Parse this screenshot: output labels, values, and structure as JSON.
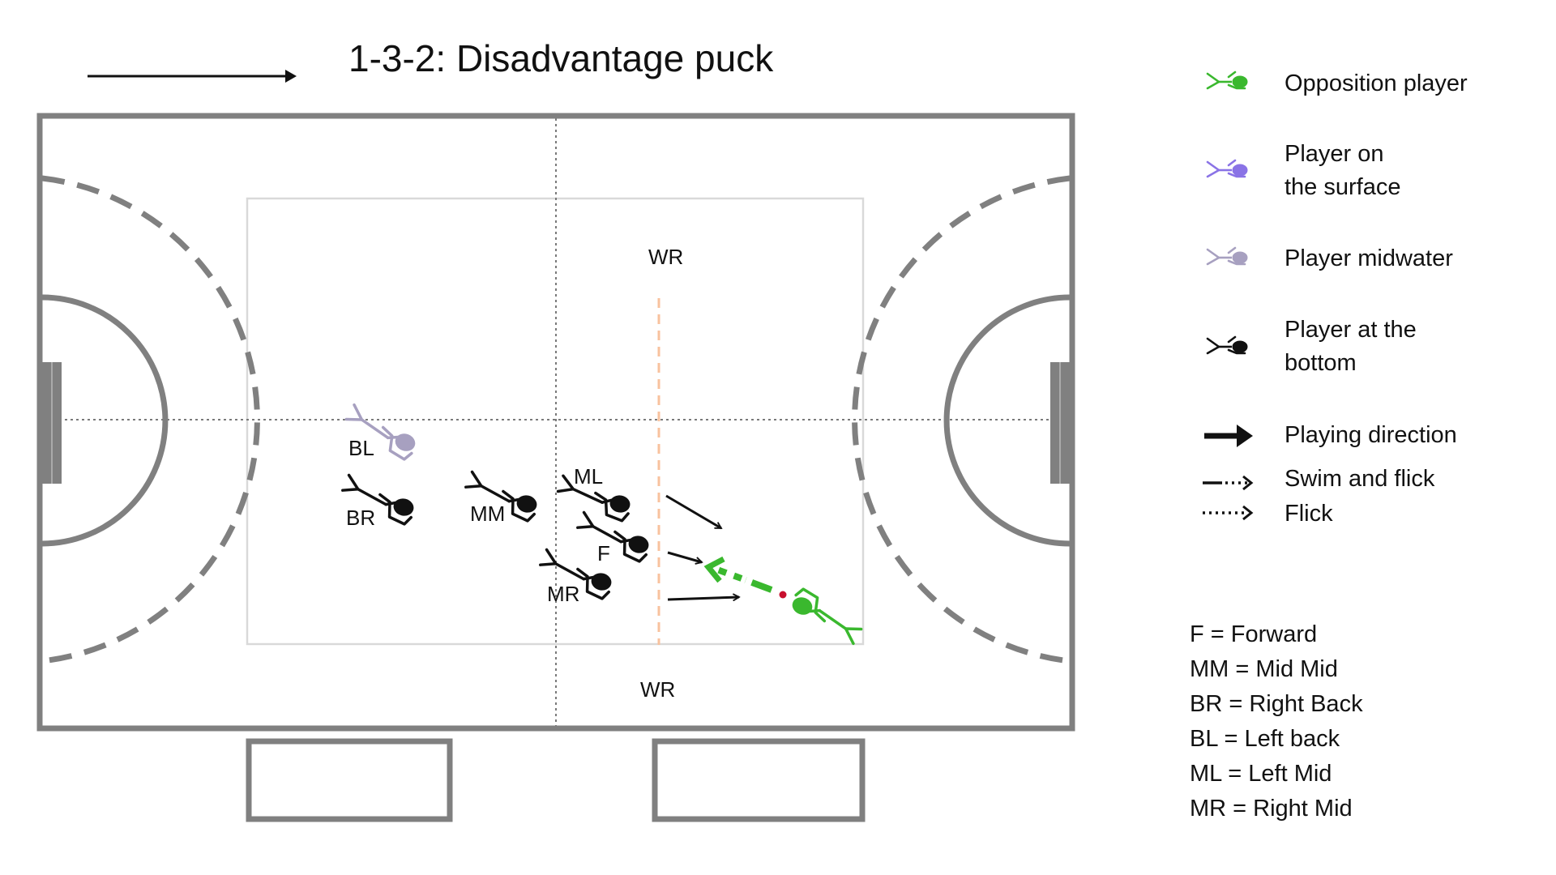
{
  "title": "1-3-2: Disadvantage puck",
  "colors": {
    "pool_line": "#808080",
    "opposition": "#3ab82e",
    "surface": "#8a73e6",
    "midwater": "#a7a0c0",
    "bottom": "#111111",
    "zone_line": "#f8c29e",
    "puck": "#c8102e"
  },
  "zone_labels": [
    "WR",
    "WR"
  ],
  "players": [
    {
      "code": "BL",
      "state": "midwater"
    },
    {
      "code": "BR",
      "state": "bottom"
    },
    {
      "code": "MM",
      "state": "bottom"
    },
    {
      "code": "ML",
      "state": "bottom"
    },
    {
      "code": "F",
      "state": "bottom"
    },
    {
      "code": "MR",
      "state": "bottom"
    }
  ],
  "opposition_player": {
    "state": "opposition"
  },
  "legend": [
    {
      "icon": "opposition-player-icon",
      "lines": [
        "Opposition player"
      ]
    },
    {
      "icon": "surface-player-icon",
      "lines": [
        "Player on",
        "the surface"
      ]
    },
    {
      "icon": "midwater-player-icon",
      "lines": [
        "Player midwater"
      ]
    },
    {
      "icon": "bottom-player-icon",
      "lines": [
        "Player at the",
        "bottom"
      ]
    },
    {
      "icon": "playing-direction-arrow-icon",
      "lines": [
        "Playing direction"
      ]
    },
    {
      "icon": "swim-and-flick-arrow-icon",
      "lines": [
        "Swim and flick"
      ]
    },
    {
      "icon": "flick-arrow-icon",
      "lines": [
        "Flick"
      ]
    }
  ],
  "abbreviations": [
    "F = Forward",
    "MM = Mid Mid",
    "BR = Right Back",
    "BL = Left back",
    "ML = Left Mid",
    "MR = Right Mid"
  ]
}
